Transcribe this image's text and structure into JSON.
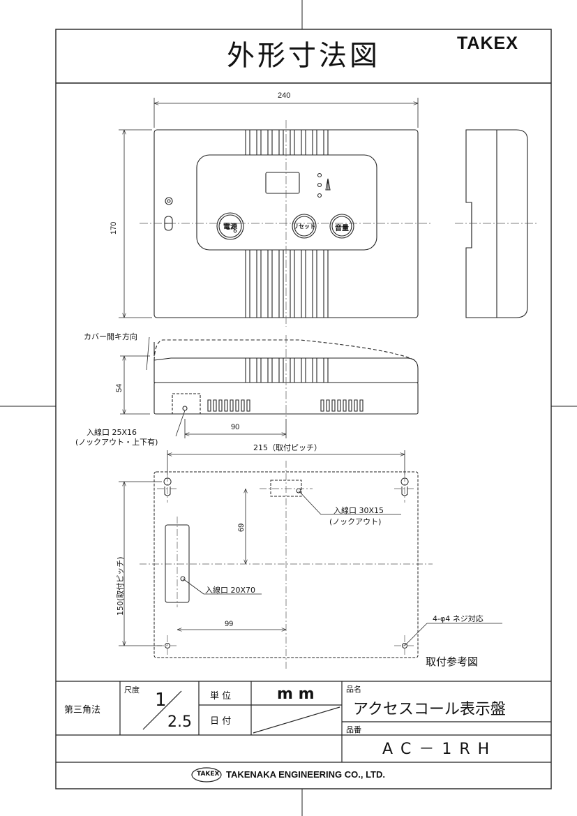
{
  "title": "外形寸法図",
  "brand": "TAKEX",
  "front_view": {
    "width_dim": "240",
    "height_dim": "170",
    "buttons": [
      {
        "name": "power",
        "label": "電源"
      },
      {
        "name": "reset",
        "label": "リセット"
      },
      {
        "name": "volume",
        "label": "音量"
      }
    ]
  },
  "side_view": {
    "cover_note": "カバー開キ方向",
    "height_dim": "54",
    "inlet_note_1": "入線口 25X16",
    "inlet_note_2": "(ノックアウト・上下有)",
    "offset_dim": "90"
  },
  "rear_view": {
    "pitch_width": "215（取付ピッチ）",
    "pitch_height": "150(取付ピッチ)",
    "dim_69": "69",
    "dim_99": "99",
    "inlet_top_1": "入線口 30X15",
    "inlet_top_2": "(ノックアウト)",
    "inlet_left": "入線口 20X70",
    "screw_note": "4-φ4 ネジ対応",
    "caption": "取付参考図"
  },
  "title_block": {
    "projection": "第三角法",
    "scale_label": "尺度",
    "scale_num": "1",
    "scale_den": "2.5",
    "unit_label": "単 位",
    "unit_value": "m m",
    "date_label": "日 付",
    "product_label": "品名",
    "product_name": "アクセスコール表示盤",
    "model_label": "品番",
    "model_number": "A C － 1 R H"
  },
  "company": {
    "logo_text": "TAKEX",
    "name": "TAKENAKA ENGINEERING CO., LTD."
  }
}
